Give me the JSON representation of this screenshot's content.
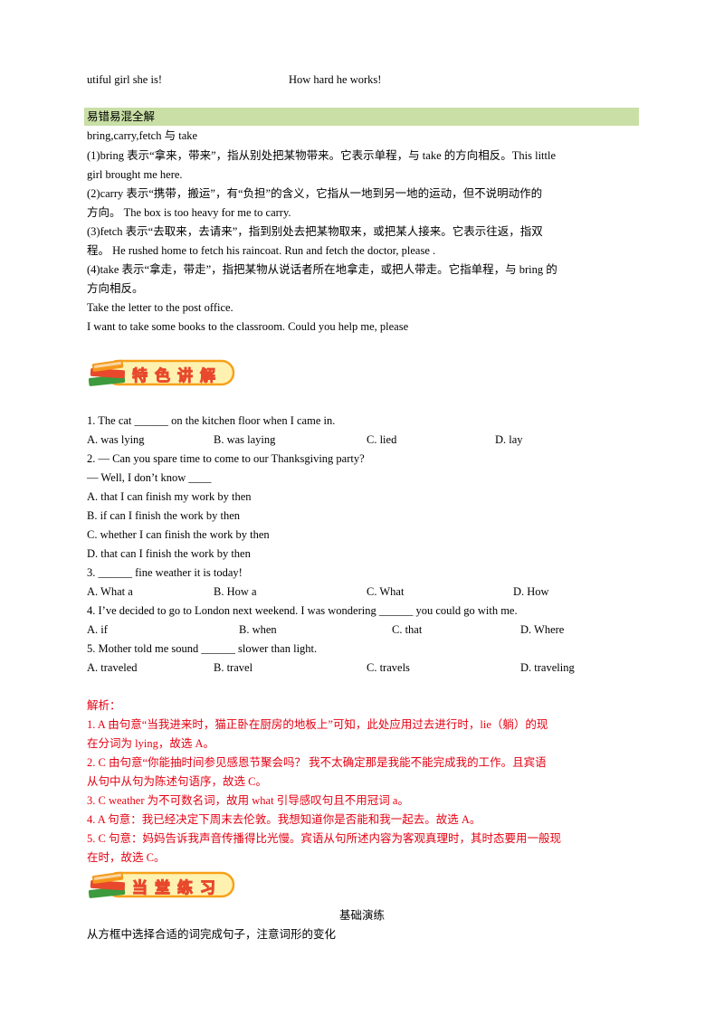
{
  "top_fragment": {
    "left": "utiful girl she is!",
    "right": "How hard he works!"
  },
  "confusion_section": {
    "heading": "易错易混全解",
    "title": "bring,carry,fetch 与 take",
    "lines": [
      "(1)bring 表示“拿来，带来”，指从别处把某物带来。它表示单程，与 take 的方向相反。This little",
      "girl brought me here.",
      "(2)carry 表示“携带，搬运”，有“负担”的含义，它指从一地到另一地的运动，但不说明动作的",
      "方向。 The box is too heavy for me to carry.",
      "(3)fetch 表示“去取来，去请来”，指到别处去把某物取来，或把某人接来。它表示往返，指双",
      "程。 He rushed home to fetch his raincoat. Run and fetch the doctor, please .",
      "(4)take 表示“拿走，带走”，指把某物从说话者所在地拿走，或把人带走。它指单程，与 bring 的",
      "方向相反。",
      "Take the letter to the post office.",
      "I want to take some books to the classroom. Could you help me, please"
    ]
  },
  "banner_1": {
    "label": "特色讲解"
  },
  "questions": [
    {
      "stem": "1. The cat ______ on the kitchen floor when I came in.",
      "options": [
        "A. was lying",
        "B. was laying",
        "C. lied",
        "D. lay"
      ]
    },
    {
      "stem": "2. — Can you spare time to come to our Thanksgiving party?",
      "stem2": "— Well, I don’t know ____",
      "options": [
        "A. that I can finish my work by then",
        "B. if can I finish the work by then",
        "C. whether I can finish the work by then",
        "D. that can I finish the work by then"
      ]
    },
    {
      "stem": "3. ______ fine weather it is today!",
      "options": [
        "A. What a",
        "B. How a",
        "C. What",
        "D. How"
      ]
    },
    {
      "stem": "4. I’ve decided to go to London next weekend. I was wondering ______ you could go with me.",
      "options": [
        "A. if",
        "B. when",
        "C. that",
        "D. Where"
      ]
    },
    {
      "stem": "5. Mother told me sound ______ slower than light.",
      "options": [
        "A. traveled",
        "B. travel",
        "C. travels",
        "D. traveling"
      ]
    }
  ],
  "analysis": {
    "heading": "解析：",
    "lines": [
      "1. A  由句意“当我进来时，猫正卧在厨房的地板上”可知，此处应用过去进行时，lie（躺）的现",
      "在分词为 lying，故选 A。",
      "2. C  由句意“你能抽时间参见感恩节聚会吗？  我不太确定那是我能不能完成我的工作。且宾语",
      "从句中从句为陈述句语序，故选 C。",
      "3. C  weather 为不可数名词，故用 what 引导感叹句且不用冠词 a。",
      "4. A  句意：我已经决定下周末去伦敦。我想知道你是否能和我一起去。故选 A。",
      "5. C  句意：妈妈告诉我声音传播得比光慢。宾语从句所述内容为客观真理时，其时态要用一般现",
      "在时，故选 C。"
    ]
  },
  "banner_2": {
    "label": "当堂练习"
  },
  "practice": {
    "subtitle": "基础演练",
    "instruction": "从方框中选择合适的词完成句子，注意词形的变化"
  },
  "colors": {
    "highlight": "#c9dfa6",
    "answer_red": "#e60012",
    "banner_orange": "#f7a21b",
    "banner_yellow": "#fff2b0"
  }
}
